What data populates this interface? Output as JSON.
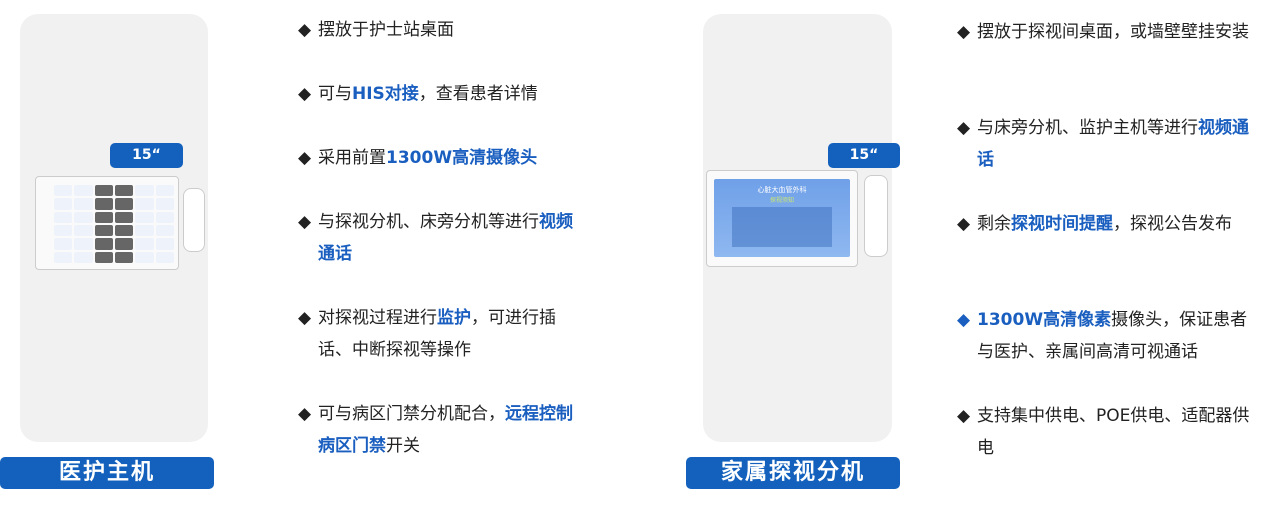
{
  "left": {
    "label": "医护主机",
    "size_badge": "15“",
    "features": [
      [
        {
          "t": "摆放于护士站桌面"
        }
      ],
      [
        {
          "t": "可与"
        },
        {
          "t": "HIS对接",
          "h": 1
        },
        {
          "t": "，查看患者详情"
        }
      ],
      [
        {
          "t": "采用前置"
        },
        {
          "t": "1300W高清摄像头",
          "h": 1
        }
      ],
      [
        {
          "t": "与探视分机、床旁分机等进行"
        },
        {
          "t": "视频通话",
          "h": 1
        }
      ],
      [
        {
          "t": "对探视过程进行"
        },
        {
          "t": "监护",
          "h": 1
        },
        {
          "t": "，可进行插话、中断探视等操作"
        }
      ],
      [
        {
          "t": "可与病区门禁分机配合，"
        },
        {
          "t": "远程控制病区门禁",
          "h": 1
        },
        {
          "t": "开关"
        }
      ]
    ]
  },
  "right": {
    "label": "家属探视分机",
    "size_badge": "15“",
    "screen_title": "心脏大血管外科",
    "screen_subtitle": "探视须知",
    "features": [
      [
        {
          "t": "摆放于探视间桌面，或墙壁壁挂安装"
        }
      ],
      [
        {
          "t": "与床旁分机、监护主机等进行"
        },
        {
          "t": "视频通话",
          "h": 1
        }
      ],
      [
        {
          "t": "剩余"
        },
        {
          "t": "探视时间提醒",
          "h": 1
        },
        {
          "t": "，探视公告发布"
        }
      ],
      [
        {
          "t": "1300W高清像素",
          "h": 1
        },
        {
          "t": "摄像头，保证患者与医护、亲属间高清可视通话"
        }
      ],
      [
        {
          "t": "支持集中供电、POE供电、适配器供电"
        }
      ]
    ]
  },
  "bullet": "◆",
  "colors": {
    "accent": "#1361bd",
    "highlight": "#1a5fc0",
    "card": "#f1f1f1"
  }
}
